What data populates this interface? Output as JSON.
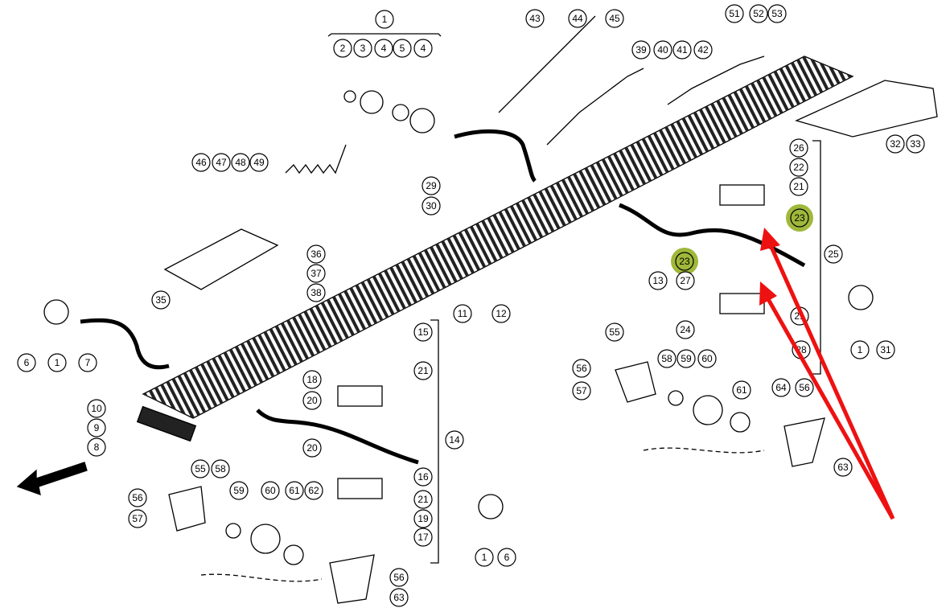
{
  "diagram": {
    "callouts": [
      {
        "label": "1"
      },
      {
        "label": "2"
      },
      {
        "label": "3"
      },
      {
        "label": "4"
      },
      {
        "label": "5"
      },
      {
        "label": "4"
      },
      {
        "label": "43"
      },
      {
        "label": "44"
      },
      {
        "label": "45"
      },
      {
        "label": "39"
      },
      {
        "label": "40"
      },
      {
        "label": "41"
      },
      {
        "label": "42"
      },
      {
        "label": "51"
      },
      {
        "label": "52"
      },
      {
        "label": "53"
      },
      {
        "label": "26"
      },
      {
        "label": "22"
      },
      {
        "label": "21"
      },
      {
        "label": "23",
        "highlight": true
      },
      {
        "label": "25"
      },
      {
        "label": "23",
        "highlight": true
      },
      {
        "label": "13"
      },
      {
        "label": "27"
      },
      {
        "label": "21"
      },
      {
        "label": "24"
      },
      {
        "label": "28"
      },
      {
        "label": "1"
      },
      {
        "label": "31"
      },
      {
        "label": "32"
      },
      {
        "label": "33"
      },
      {
        "label": "46"
      },
      {
        "label": "47"
      },
      {
        "label": "48"
      },
      {
        "label": "49"
      },
      {
        "label": "29"
      },
      {
        "label": "30"
      },
      {
        "label": "36"
      },
      {
        "label": "37"
      },
      {
        "label": "38"
      },
      {
        "label": "35"
      },
      {
        "label": "11"
      },
      {
        "label": "12"
      },
      {
        "label": "6"
      },
      {
        "label": "1"
      },
      {
        "label": "7"
      },
      {
        "label": "15"
      },
      {
        "label": "18"
      },
      {
        "label": "21"
      },
      {
        "label": "20"
      },
      {
        "label": "14"
      },
      {
        "label": "20"
      },
      {
        "label": "16"
      },
      {
        "label": "21"
      },
      {
        "label": "19"
      },
      {
        "label": "17"
      },
      {
        "label": "10"
      },
      {
        "label": "9"
      },
      {
        "label": "8"
      },
      {
        "label": "55"
      },
      {
        "label": "56"
      },
      {
        "label": "57"
      },
      {
        "label": "58"
      },
      {
        "label": "59"
      },
      {
        "label": "60"
      },
      {
        "label": "61"
      },
      {
        "label": "64"
      },
      {
        "label": "56"
      },
      {
        "label": "63"
      },
      {
        "label": "55"
      },
      {
        "label": "58"
      },
      {
        "label": "56"
      },
      {
        "label": "57"
      },
      {
        "label": "59"
      },
      {
        "label": "60"
      },
      {
        "label": "61"
      },
      {
        "label": "62"
      },
      {
        "label": "56"
      },
      {
        "label": "63"
      },
      {
        "label": "1"
      },
      {
        "label": "6"
      }
    ],
    "highlight_color": "#9fb83a",
    "arrow_color": "#ee1111",
    "line_color": "#000000"
  }
}
